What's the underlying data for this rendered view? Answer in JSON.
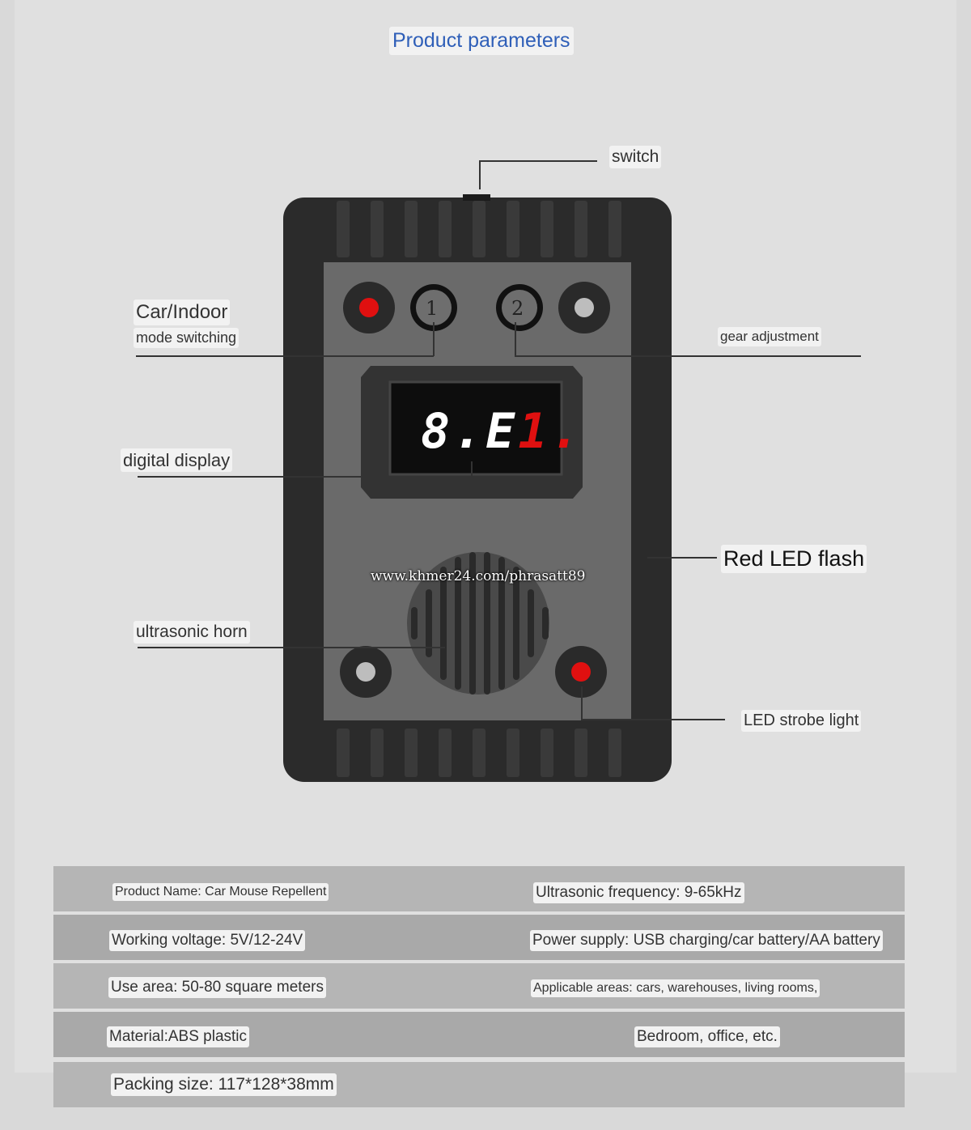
{
  "header": {
    "title": "Product parameters"
  },
  "callouts": {
    "switch": "switch",
    "car_indoor": "Car/Indoor",
    "mode_switching": "mode switching",
    "gear_adjustment": "gear adjustment",
    "digital_display": "digital display",
    "red_led_flash": "Red LED flash",
    "ultrasonic_horn": "ultrasonic horn",
    "led_strobe_light": "LED strobe light"
  },
  "device": {
    "button_1": "1",
    "button_2": "2",
    "display_white": "8.E",
    "display_red": "1."
  },
  "watermark": "www.khmer24.com/phrasatt89",
  "specs": [
    {
      "left": "Product Name: Car Mouse Repellent",
      "right": "Ultrasonic frequency: 9-65kHz"
    },
    {
      "left": "Working voltage: 5V/12-24V",
      "right": "Power supply: USB charging/car battery/AA battery"
    },
    {
      "left": "Use area: 50-80 square meters",
      "right": "Applicable areas: cars, warehouses, living rooms,"
    },
    {
      "left": "Material:ABS plastic",
      "right": "Bedroom, office, etc."
    },
    {
      "left": "Packing size: 117*128*38mm",
      "right": ""
    }
  ],
  "colors": {
    "title": "#2f5fb8",
    "device_body": "#2b2b2b",
    "face_plate": "#6a6a6a",
    "led_red": "#e01010"
  }
}
